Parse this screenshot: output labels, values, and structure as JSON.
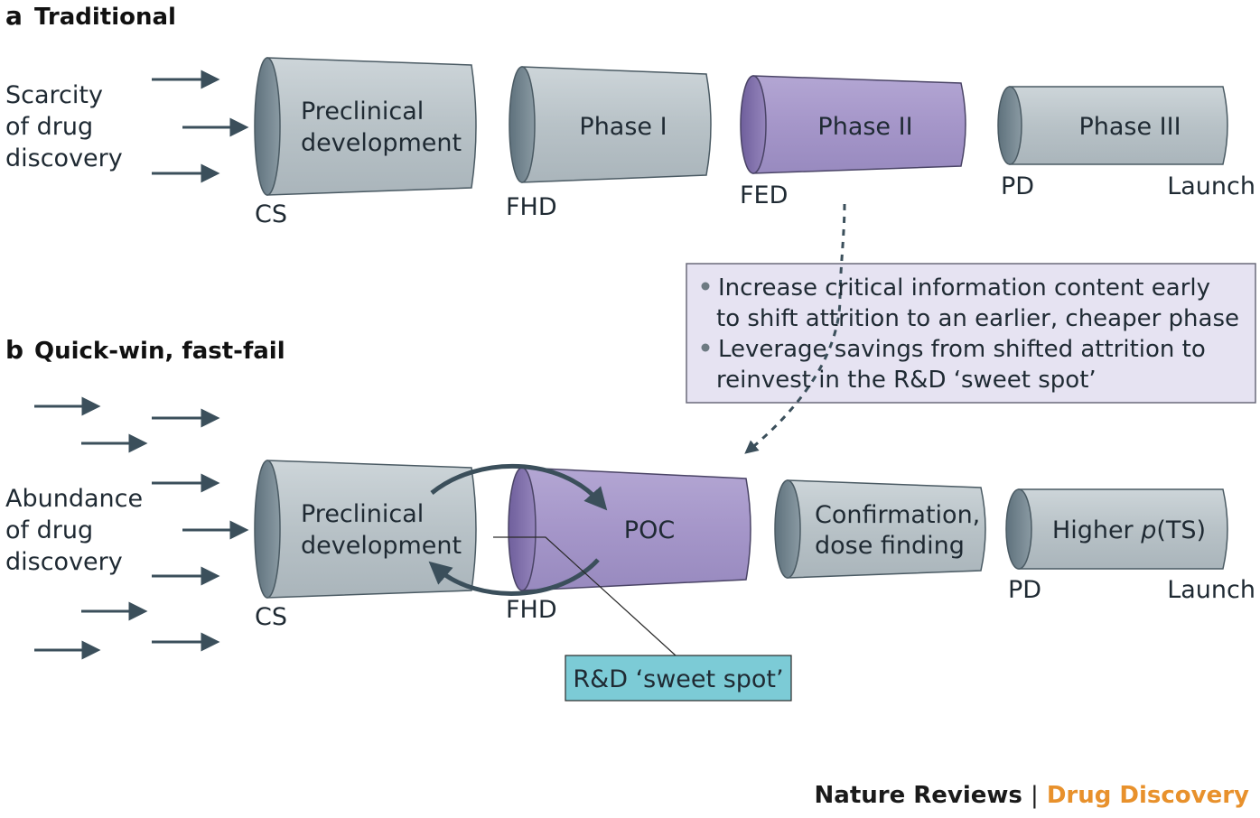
{
  "panel_a": {
    "letter": "a",
    "title": "Traditional",
    "input_label": [
      "Scarcity",
      "of drug",
      "discovery"
    ],
    "stages": [
      {
        "label": [
          "Preclinical",
          "development"
        ],
        "color": "gray"
      },
      {
        "label": [
          "Phase I"
        ],
        "color": "gray"
      },
      {
        "label": [
          "Phase II"
        ],
        "color": "purple"
      },
      {
        "label": [
          "Phase III"
        ],
        "color": "gray"
      }
    ],
    "milestones": [
      "CS",
      "FHD",
      "FED",
      "PD",
      "Launch"
    ]
  },
  "callout": {
    "bullets": [
      [
        "Increase critical information content early",
        "to shift attrition to an earlier, cheaper phase"
      ],
      [
        "Leverage savings from shifted attrition to",
        "reinvest in the R&D ‘sweet spot’"
      ]
    ]
  },
  "panel_b": {
    "letter": "b",
    "title": "Quick-win, fast-fail",
    "input_label": [
      "Abundance",
      "of drug",
      "discovery"
    ],
    "stages": [
      {
        "label": [
          "Preclinical",
          "development"
        ],
        "color": "gray"
      },
      {
        "label": [
          "POC"
        ],
        "color": "purple"
      },
      {
        "label": [
          "Confirmation,",
          "dose finding"
        ],
        "color": "gray"
      },
      {
        "label_prefix": "Higher ",
        "label_italic": "p",
        "label_suffix": "(TS)",
        "color": "gray"
      }
    ],
    "milestones": [
      "CS",
      "FHD",
      "PD",
      "Launch"
    ],
    "sweet_spot_label": "R&D ‘sweet spot’"
  },
  "colors": {
    "gray_body": "#b9c3c8",
    "gray_end": "#6e7f89",
    "purple_body": "#a596c9",
    "purple_end": "#7f6fa8",
    "callout_fill": "#e6e3f2",
    "sweet_spot_fill": "#7ccbd6",
    "arrow": "#3b4f5b"
  },
  "credit": {
    "journal": "Nature Reviews",
    "separator": "|",
    "section": "Drug Discovery"
  }
}
